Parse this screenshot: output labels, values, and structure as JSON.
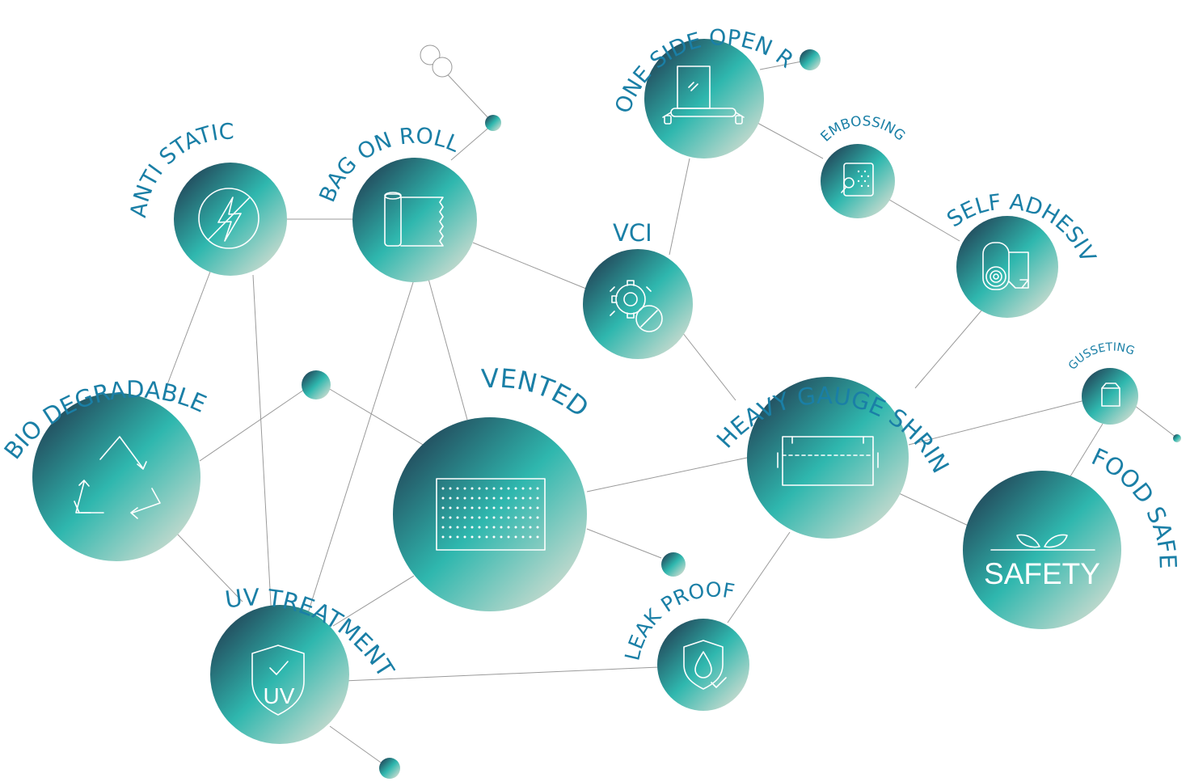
{
  "colors": {
    "label": "#1a7fa6",
    "grad_dark": "#22324a",
    "grad_mid": "#2fb5ad",
    "grad_light": "#f2e6d9",
    "edge": "#9a9a9a"
  },
  "nodes": [
    {
      "id": "anti-static",
      "label": "ANTI STATIC",
      "icon": "no-static-icon"
    },
    {
      "id": "bag-on-roll",
      "label": "BAG ON ROLL",
      "icon": "paper-roll-icon"
    },
    {
      "id": "one-side-open-roll",
      "label": "ONE SIDE OPEN ROLL",
      "icon": "film-roller-icon"
    },
    {
      "id": "embossing",
      "label": "EMBOSSING",
      "icon": "embossed-sheet-icon"
    },
    {
      "id": "self-adhesive",
      "label": "SELF ADHESIVE",
      "icon": "adhesive-roll-icon"
    },
    {
      "id": "vci",
      "label": "VCI",
      "icon": "gear-icon"
    },
    {
      "id": "bio-degradable",
      "label": "BIO DEGRADABLE",
      "icon": "recycle-icon"
    },
    {
      "id": "vented",
      "label": "VENTED",
      "icon": "perforated-sheet-icon"
    },
    {
      "id": "heavy-gauge-shrink-film",
      "label": "HEAVY GAUGE SHRINK FILM",
      "icon": "shrink-wrap-icon"
    },
    {
      "id": "gusseting",
      "label": "GUSSETING",
      "icon": "gusset-bag-icon"
    },
    {
      "id": "food-safe",
      "label": "FOOD SAFE",
      "icon": "safety-leaf-icon",
      "icon_text": "SAFETY"
    },
    {
      "id": "leak-proof",
      "label": "LEAK PROOF",
      "icon": "drop-shield-icon"
    },
    {
      "id": "uv-treatment",
      "label": "UV TREATMENT",
      "icon": "uv-shield-icon",
      "icon_text": "UV"
    }
  ]
}
